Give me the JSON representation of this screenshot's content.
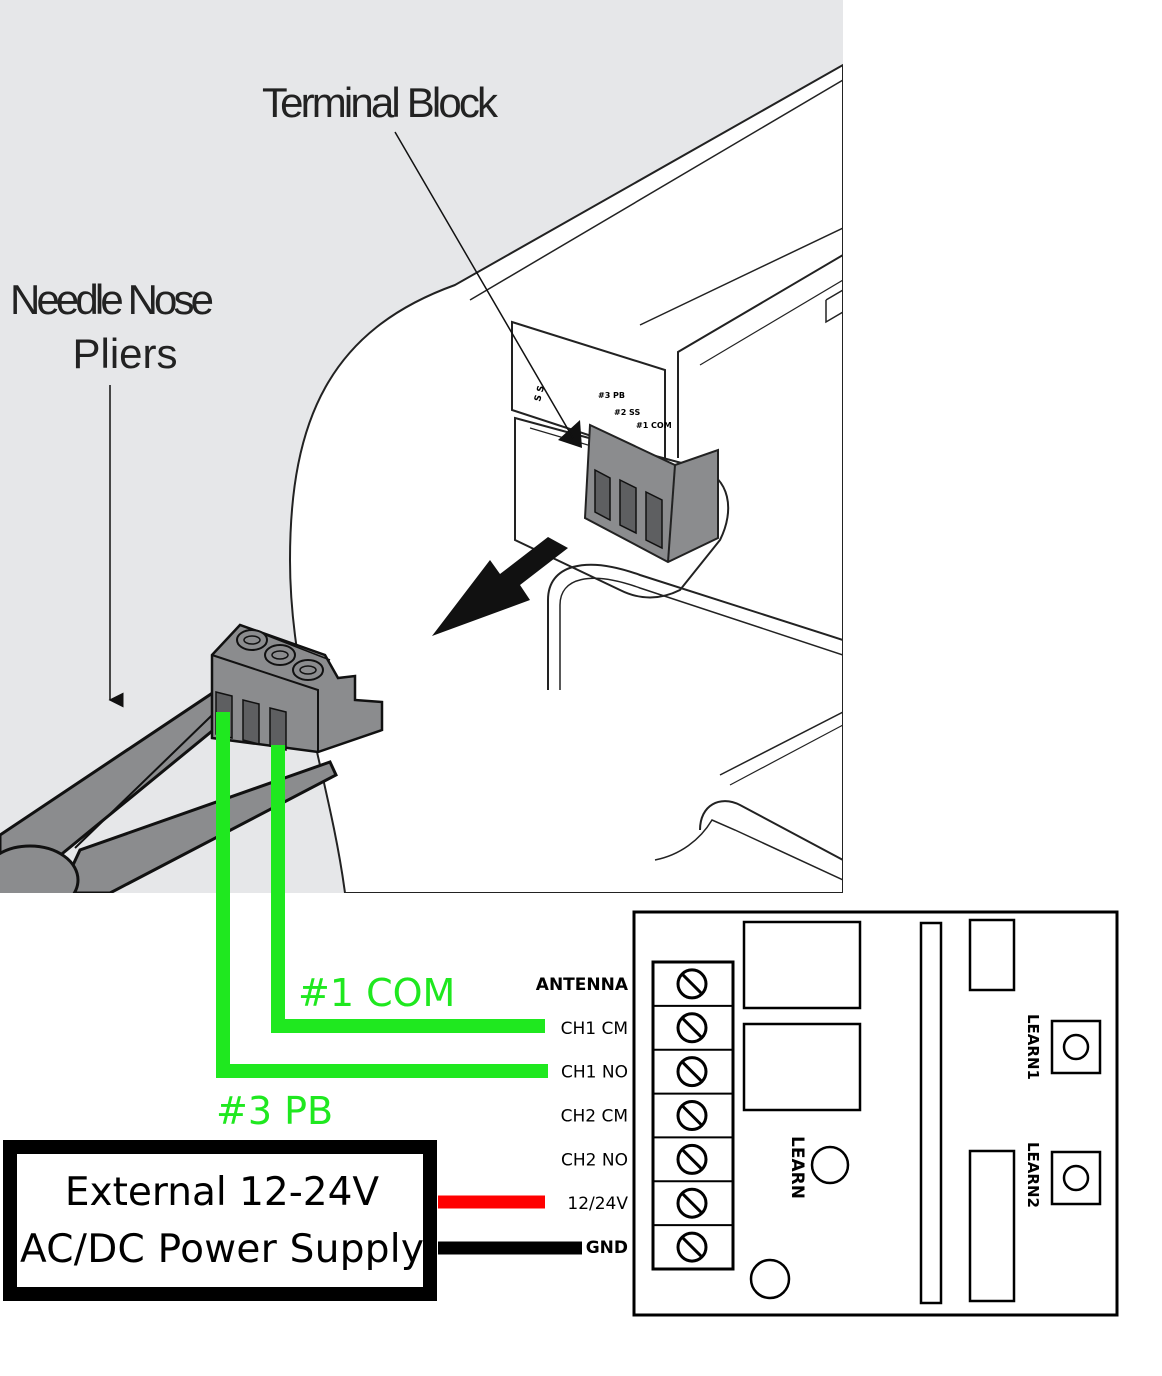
{
  "callouts": {
    "terminal_block": "Terminal Block",
    "pliers_line1": "Needle Nose",
    "pliers_line2": "Pliers"
  },
  "device_labels": {
    "ss": "S S",
    "pb": "#3 PB",
    "ss2": "#2 SS",
    "com": "#1 COM"
  },
  "wire_labels": {
    "com": "#1 COM",
    "pb": "#3 PB"
  },
  "power_supply": {
    "line1": "External 12-24V",
    "line2": "AC/DC Power Supply"
  },
  "receiver": {
    "terminals": [
      "ANTENNA",
      "CH1 CM",
      "CH1 NO",
      "CH2 CM",
      "CH2 NO",
      "12/24V",
      "GND"
    ],
    "learn": "LEARN",
    "learn1": "LEARN1",
    "learn2": "LEARN2"
  },
  "colors": {
    "panel_gray": "#e6e7e9",
    "connector_gray": "#8b8c8e",
    "wire_green": "#1fe81f",
    "wire_red": "#ff0000",
    "wire_black": "#000000"
  }
}
